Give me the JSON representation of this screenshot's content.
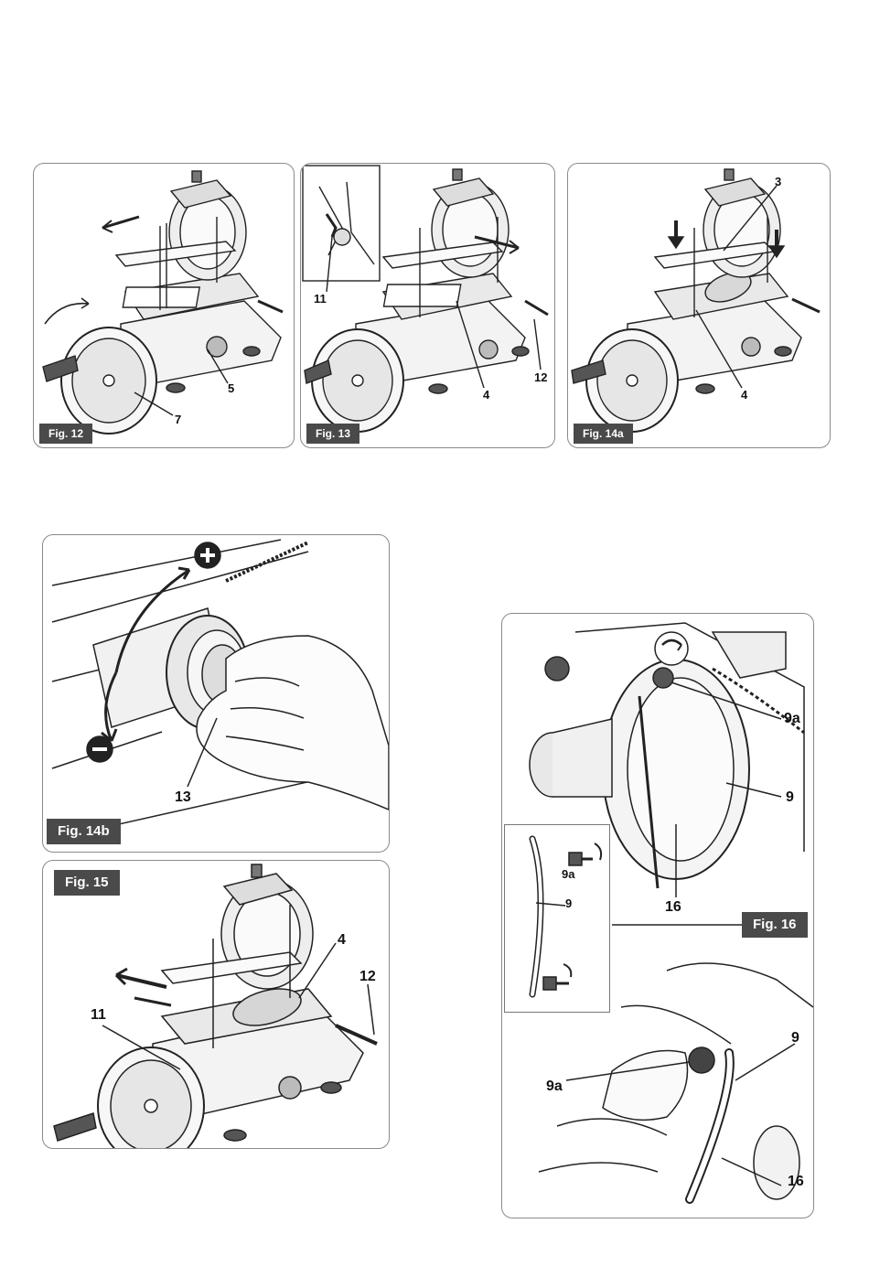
{
  "figures": {
    "fig12": {
      "label": "Fig. 12",
      "callouts": [
        "5",
        "7"
      ]
    },
    "fig13": {
      "label": "Fig. 13",
      "callouts": [
        "11",
        "4",
        "12"
      ]
    },
    "fig14a": {
      "label": "Fig. 14a",
      "callouts": [
        "3",
        "4"
      ]
    },
    "fig14b": {
      "label": "Fig. 14b",
      "callouts": [
        "13"
      ]
    },
    "fig15": {
      "label": "Fig. 15",
      "callouts": [
        "4",
        "12",
        "11"
      ]
    },
    "fig16": {
      "label": "Fig. 16",
      "callouts": [
        "9a",
        "9",
        "9a",
        "9",
        "16",
        "9a",
        "9",
        "16"
      ]
    }
  }
}
